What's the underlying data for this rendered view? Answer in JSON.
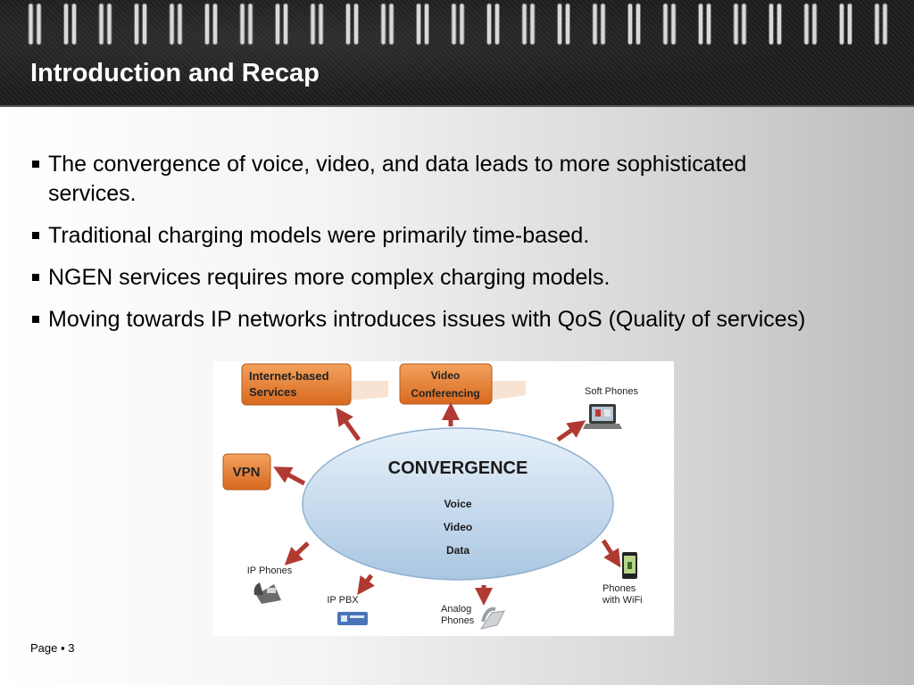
{
  "slide": {
    "title": "Introduction and Recap",
    "bullets": [
      "The convergence of voice, video, and data leads to more sophisticated services.",
      "Traditional charging models were primarily time-based.",
      "NGEN services requires more complex charging models.",
      "Moving towards IP networks introduces issues with QoS (Quality of services)"
    ],
    "footer": {
      "page_label": "Page",
      "separator": "▪",
      "page_number": "3"
    }
  },
  "diagram": {
    "center": {
      "title": "CONVERGENCE",
      "items": [
        "Voice",
        "Video",
        "Data"
      ]
    },
    "boxes": {
      "internet_line1": "Internet-based",
      "internet_line2": "Services",
      "video_line1": "Video",
      "video_line2": "Conferencing",
      "vpn": "VPN"
    },
    "devices": {
      "soft_phones": "Soft Phones",
      "ip_phones": "IP Phones",
      "ip_pbx": "IP PBX",
      "analog_line1": "Analog",
      "analog_line2": "Phones",
      "wifi_line1": "Phones",
      "wifi_line2": "with WiFi"
    }
  },
  "colors": {
    "box_orange": "#e07a2c",
    "arrow_red": "#b03a32",
    "ellipse_blue": "#b9d3ea"
  }
}
